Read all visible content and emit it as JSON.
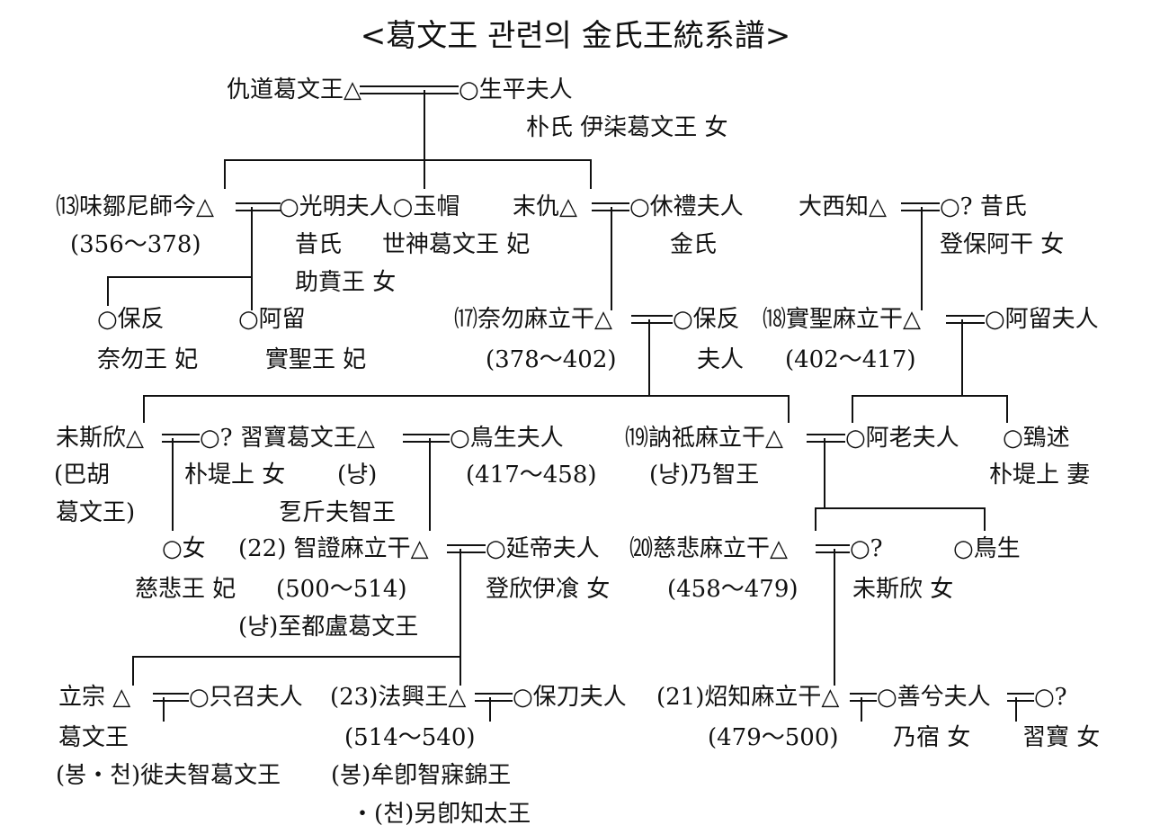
{
  "title": "<葛文王 관련의 金氏王統系譜>",
  "texts": [
    "仇道葛文王△",
    "○生平夫人",
    "朴氏 伊柒葛文王 女",
    "⒀味鄒尼師今△",
    "○光明夫人○玉帽",
    "末仇△",
    "○休禮夫人",
    "大西知△",
    "○? 昔氏",
    "(356～378)",
    "昔氏",
    "世神葛文王 妃",
    "金氏",
    "登保阿干 女",
    "助賁王 女",
    "○保反",
    "○阿留",
    "⒄奈勿麻立干△",
    "○保反",
    "⒅實聖麻立干△",
    "○阿留夫人",
    "奈勿王 妃",
    "實聖王 妃",
    "(378～402)",
    "夫人",
    "(402～417)",
    "未斯欣△",
    "○? 習寶葛文王△",
    "○鳥生夫人",
    "⒆訥祗麻立干△",
    "○阿老夫人",
    "○鵄述",
    "(巴胡",
    "朴堤上 女",
    "(냥)",
    "(417～458)",
    "(냥)乃智王",
    "朴堤上 妻",
    "葛文王)",
    "乭斤夫智王",
    "○女",
    "(22) 智證麻立干△",
    "○延帝夫人",
    "⒇慈悲麻立干△",
    "○?",
    "○鳥生",
    "慈悲王 妃",
    "(500～514)",
    "登欣伊飡 女",
    "(458～479)",
    "未斯欣 女",
    "(냥)至都盧葛文王",
    "立宗 △",
    "○只召夫人",
    "(23)法興王△",
    "○保刀夫人",
    "(21)炤知麻立干△",
    "○善兮夫人",
    "○?",
    "葛文王",
    "(514～540)",
    "(479～500)",
    "乃宿 女",
    "習寶 女",
    "(봉・천)徙夫智葛文王",
    "(봉)牟卽智寐錦王",
    "・(천)另卽知太王"
  ]
}
